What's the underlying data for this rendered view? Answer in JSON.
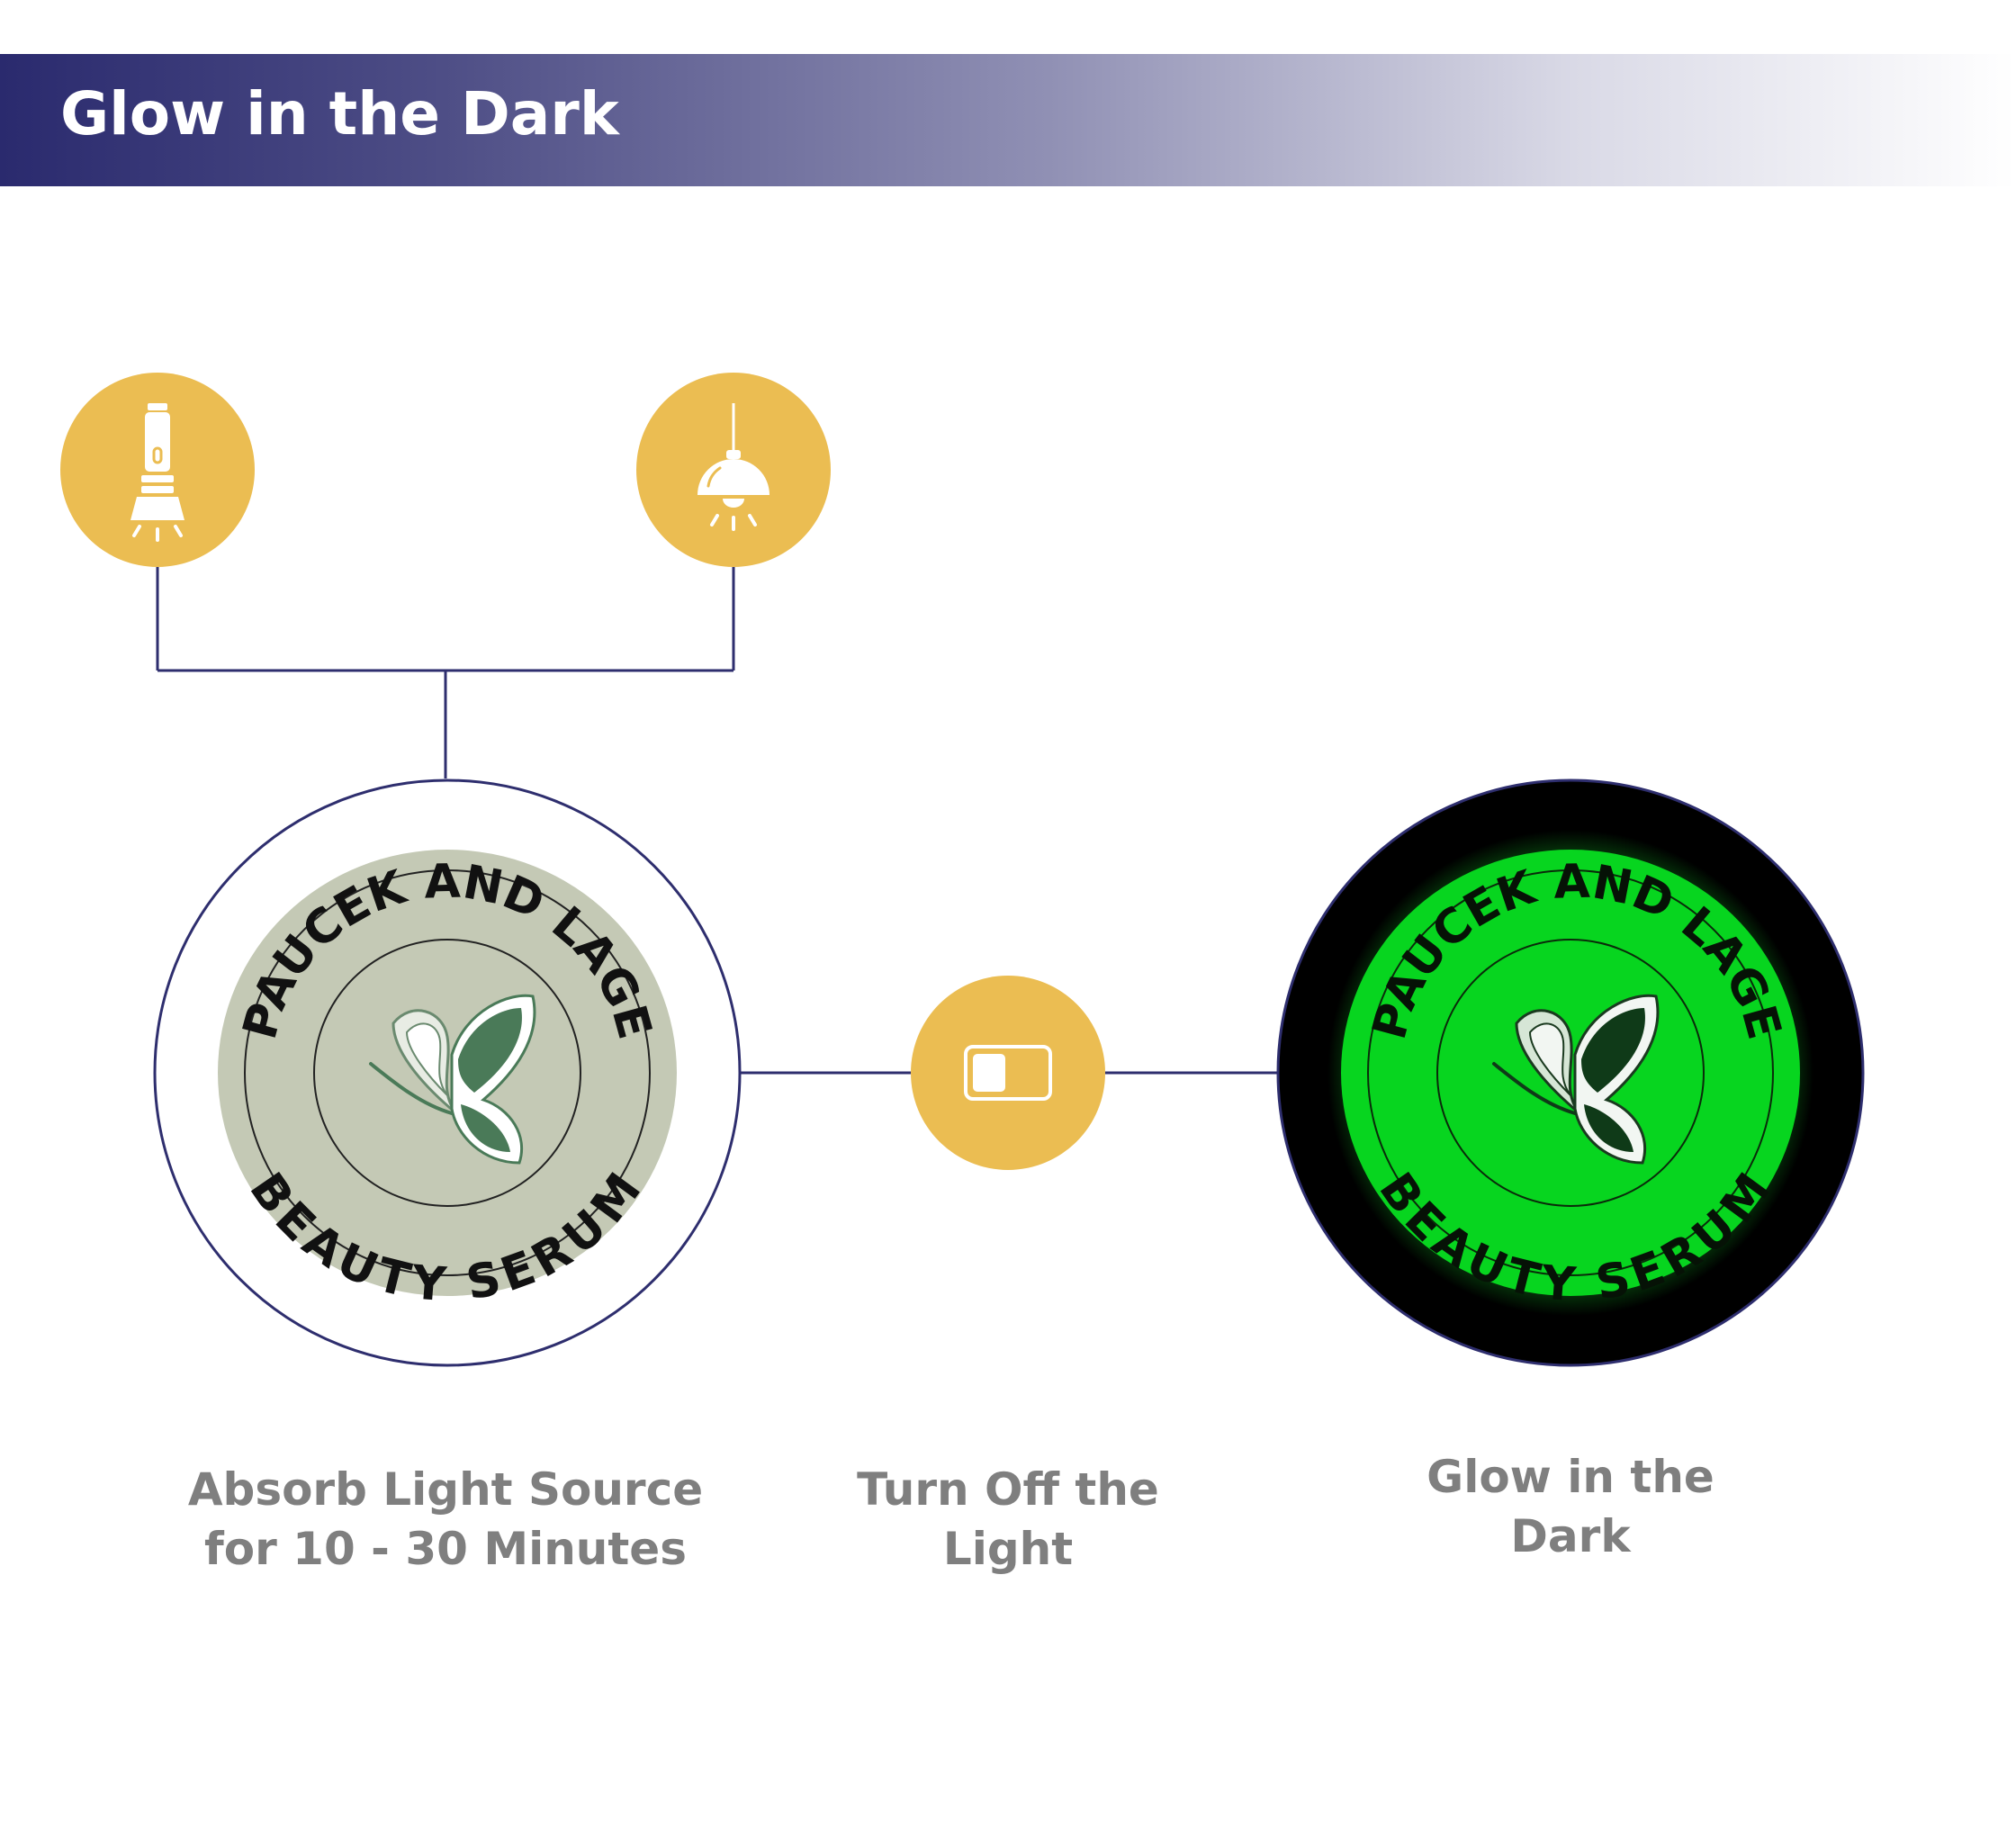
{
  "header": {
    "title": "Glow in the Dark"
  },
  "colors": {
    "header_start": "#2a2a6e",
    "accent_gold": "#ebbd52",
    "connector": "#2e2e6e",
    "jar_label_light": "#c4c9b5",
    "jar_label_glow": "#07d51f",
    "jar_glow_ring": "#000000",
    "leaf_green": "#4a7a58",
    "caption_gray": "#7f7f7f"
  },
  "icons": {
    "flashlight": "flashlight-icon",
    "pendant_lamp": "pendant-lamp-icon",
    "light_switch": "switch-off-icon",
    "butterfly": "butterfly-logo-icon"
  },
  "jar_label": {
    "top_text": "PAUCEK AND LAGE",
    "bottom_text": "BEAUTY SERUM"
  },
  "steps": [
    {
      "line1": "Absorb Light Source",
      "line2": "for 10 - 30 Minutes"
    },
    {
      "line1": "Turn Off the",
      "line2": "Light"
    },
    {
      "line1": "Glow in the",
      "line2": "Dark"
    }
  ]
}
